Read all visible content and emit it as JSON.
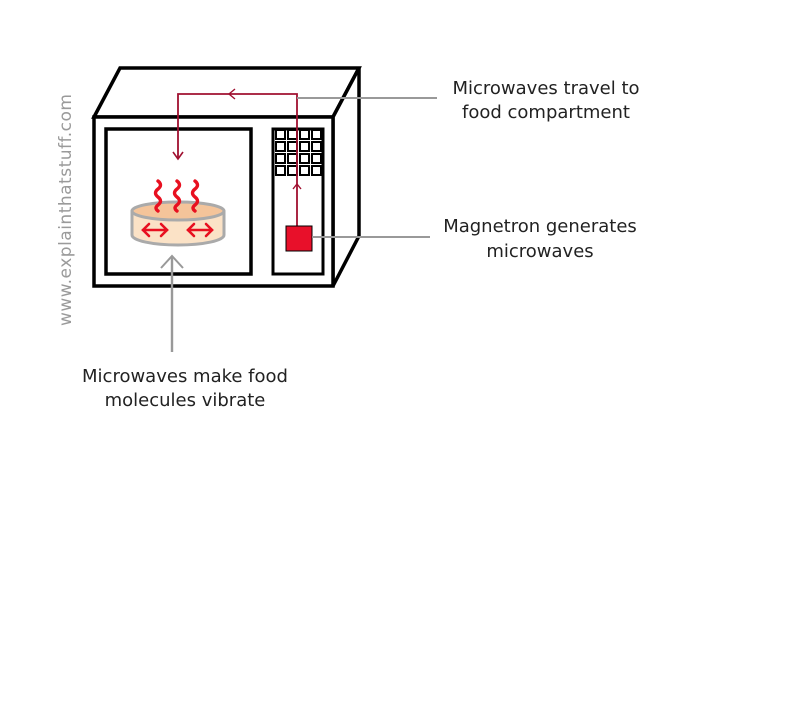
{
  "watermark": "www.explainthatstuff.com",
  "labels": {
    "travel": [
      "Microwaves travel to",
      "food compartment"
    ],
    "magnetron": [
      "Magnetron generates",
      "microwaves"
    ],
    "vibrate": [
      "Microwaves make food",
      "molecules vibrate"
    ]
  },
  "colors": {
    "outline": "#000000",
    "microwave_path": "#a01030",
    "magnetron": "#e8102a",
    "steam": "#e81020",
    "food_top": "#f4c49a",
    "food_body": "#fbe2c6",
    "dish": "#aaaaaa",
    "pointer": "#999999",
    "label_text": "#222222",
    "watermark": "#9a9a9a"
  },
  "icons": {
    "steam": "wavy-steam-lines",
    "vibration": "double-headed-arrow",
    "flow": "chevron-arrowhead"
  }
}
